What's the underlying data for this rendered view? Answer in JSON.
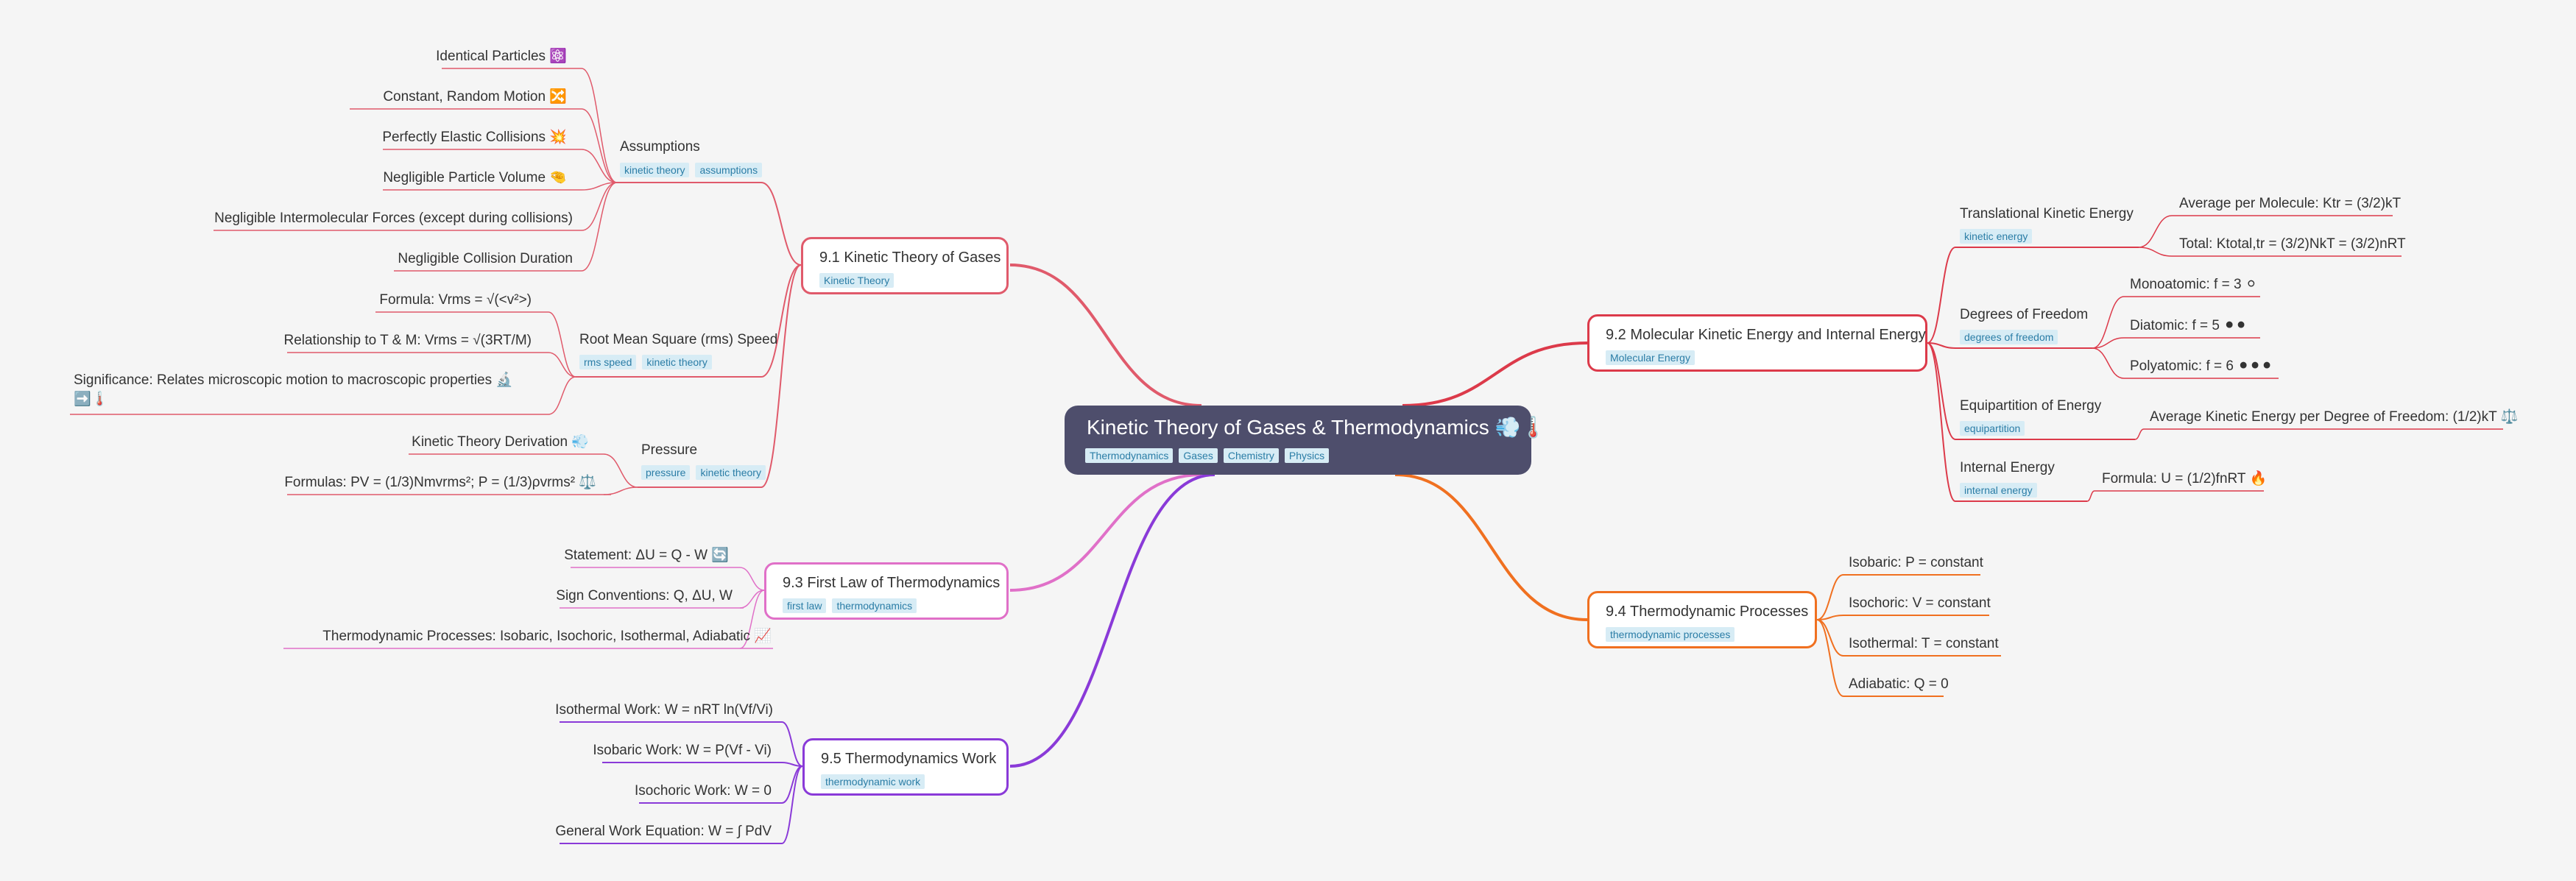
{
  "root": {
    "title": "Kinetic Theory of Gases & Thermodynamics 💨🌡️",
    "tags": [
      "Thermodynamics",
      "Gases",
      "Chemistry",
      "Physics"
    ]
  },
  "branches": {
    "kinetic": {
      "title": "9.1 Kinetic Theory of Gases",
      "tags": [
        "Kinetic Theory"
      ],
      "color": "#e05a6b",
      "assumptions": {
        "label": "Assumptions",
        "tags": [
          "kinetic theory",
          "assumptions"
        ],
        "items": [
          "Identical Particles ⚛️",
          "Constant, Random Motion 🔀",
          "Perfectly Elastic Collisions 💥",
          "Negligible Particle Volume 🤏",
          "Negligible Intermolecular Forces (except during collisions)",
          "Negligible Collision Duration"
        ]
      },
      "rms": {
        "label": "Root Mean Square (rms) Speed",
        "tags": [
          "rms speed",
          "kinetic theory"
        ],
        "items": [
          "Formula: Vrms = √(<v²>)",
          "Relationship to T & M: Vrms = √(3RT/M)",
          "Significance: Relates microscopic motion to macroscopic properties 🔬➡️🌡️"
        ]
      },
      "pressure": {
        "label": "Pressure",
        "tags": [
          "pressure",
          "kinetic theory"
        ],
        "items": [
          "Kinetic Theory Derivation 💨",
          "Formulas: PV = (1/3)Nmvrms²; P = (1/3)ρvrms² ⚖️"
        ]
      }
    },
    "first_law": {
      "title": "9.3 First Law of Thermodynamics",
      "tags": [
        "first law",
        "thermodynamics"
      ],
      "color": "#e070c8",
      "items": [
        "Statement: ΔU = Q - W 🔄",
        "Sign Conventions:  Q, ΔU, W",
        "Thermodynamic Processes: Isobaric, Isochoric, Isothermal, Adiabatic 📈"
      ]
    },
    "work": {
      "title": "9.5 Thermodynamics Work",
      "tags": [
        "thermodynamic work"
      ],
      "color": "#8a3ad8",
      "items": [
        "Isothermal Work: W = nRT ln(Vf/Vi)",
        "Isobaric Work: W = P(Vf - Vi)",
        "Isochoric Work: W = 0",
        "General Work Equation: W = ∫ PdV"
      ]
    },
    "molecular": {
      "title": "9.2 Molecular Kinetic Energy and Internal Energy",
      "tags": [
        "Molecular Energy"
      ],
      "color": "#dc3a4a",
      "translational": {
        "label": "Translational Kinetic Energy",
        "tags": [
          "kinetic energy"
        ],
        "items": [
          "Average per Molecule: Ktr = (3/2)kT",
          "Total: Ktotal,tr = (3/2)NkT = (3/2)nRT"
        ]
      },
      "freedom": {
        "label": "Degrees of Freedom",
        "tags": [
          "degrees of freedom"
        ],
        "items": [
          "Monoatomic: f = 3 ⚪",
          "Diatomic: f = 5 ⚫⚫",
          "Polyatomic: f = 6 ⚫⚫⚫"
        ]
      },
      "equipartition": {
        "label": "Equipartition of Energy",
        "tags": [
          "equipartition"
        ],
        "items": [
          "Average Kinetic Energy per Degree of Freedom: (1/2)kT ⚖️"
        ]
      },
      "internal": {
        "label": "Internal Energy",
        "tags": [
          "internal energy"
        ],
        "items": [
          "Formula: U = (1/2)fnRT 🔥"
        ]
      }
    },
    "processes": {
      "title": "9.4 Thermodynamic Processes",
      "tags": [
        "thermodynamic processes"
      ],
      "color": "#f07020",
      "items": [
        "Isobaric: P = constant",
        "Isochoric: V = constant",
        "Isothermal: T = constant",
        "Adiabatic: Q = 0"
      ]
    }
  }
}
